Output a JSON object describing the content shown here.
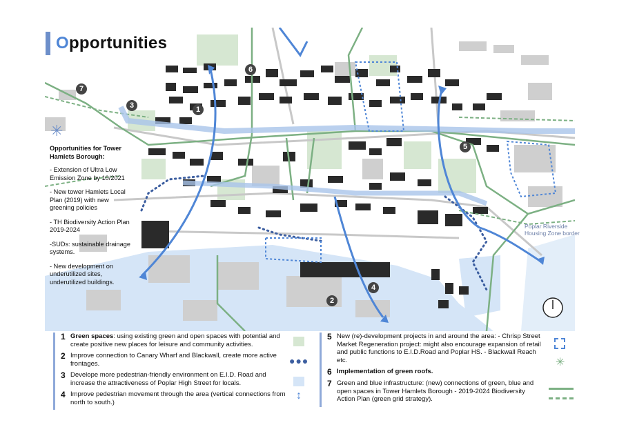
{
  "title": {
    "first_letter": "O",
    "rest": "pportunities"
  },
  "sidebar": {
    "heading": "Opportunities for Tower Hamlets Borough:",
    "items": [
      "- Extension of Ultra Low Emission Zone by 10/2021",
      "- New tower Hamlets Local Plan (2019) with new greening policies",
      "- TH Biodiversity Action Plan 2019-2024",
      "-SUDs: sustainable drainage systems.",
      "- New development on underutilized sites, underutilized buildings."
    ]
  },
  "map": {
    "markers": [
      "1",
      "2",
      "3",
      "4",
      "5",
      "6",
      "7"
    ],
    "zone_label": "Poplar Riverside Housing Zone border",
    "colors": {
      "green": "#7cb083",
      "blue": "#4f86d6",
      "water": "#d5e5f7",
      "buildings": "#2a2a2a",
      "road": "#bfbfbf"
    }
  },
  "legend": {
    "left": [
      {
        "num": "1",
        "strong": "Green spaces",
        "text": ": using existing green and open spaces with potential and create positive new places for leisure and community activities."
      },
      {
        "num": "2",
        "strong": "",
        "text": "Improve connection to Canary Wharf and Blackwall, create more active frontages."
      },
      {
        "num": "3",
        "strong": "",
        "text": "Develope more pedestrian-friendly environment on E.I.D. Road and increase the attractiveness of Poplar High Street for locals."
      },
      {
        "num": "4",
        "strong": "",
        "text": "Improve pedestrian movement through the area (vertical connections from north to south.)"
      }
    ],
    "right": [
      {
        "num": "5",
        "strong": "",
        "text": "New (re)-development projects in and around the area: - Chrisp Street Market Regeneration project: might also encourage expansion of retail and public functions to E.I.D.Road and Poplar HS. - Blackwall Reach etc."
      },
      {
        "num": "6",
        "strong": "Implementation of green roofs.",
        "text": ""
      },
      {
        "num": "7",
        "strong": "",
        "text": "Green and blue infrastructure: (new) connections of green, blue and open spaces in Tower Hamlets Borough - 2019-2024 Biodiversity Action Plan (green grid strategy)."
      }
    ]
  }
}
